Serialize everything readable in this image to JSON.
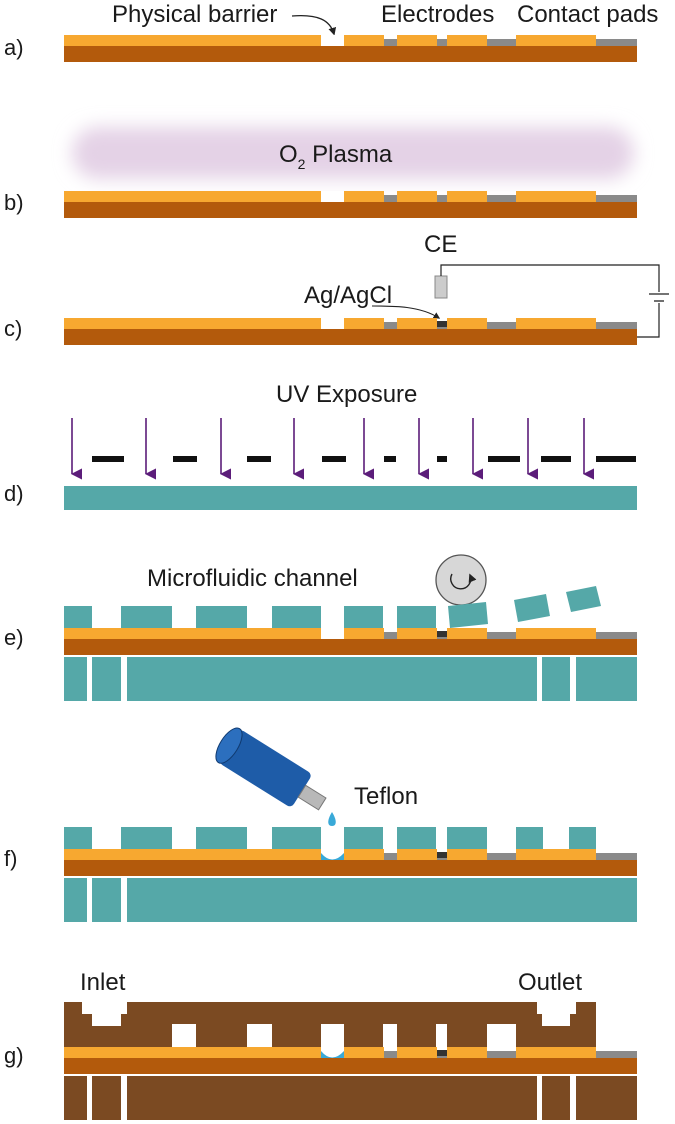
{
  "steps": {
    "a": "a)",
    "b": "b)",
    "c": "c)",
    "d": "d)",
    "e": "e)",
    "f": "f)",
    "g": "g)"
  },
  "labels": {
    "physical_barrier": "Physical barrier",
    "electrodes": "Electrodes",
    "contact_pads": "Contact pads",
    "plasma_o": "O",
    "plasma_sub": "2",
    "plasma_word": "Plasma",
    "ce": "CE",
    "ag_agcl": "Ag/AgCl",
    "uv_exposure": "UV Exposure",
    "microfluidic_channel": "Microfluidic channel",
    "teflon": "Teflon",
    "inlet": "Inlet",
    "outlet": "Outlet"
  },
  "colors": {
    "substrate": "#b35a0c",
    "gold": "#f7a830",
    "grey": "#8a8a8a",
    "teal": "#55a8a8",
    "pdms_brown": "#7b4a22",
    "plasma": "#e4d2e6",
    "uv_arrow": "#5c1d7a",
    "mask": "#111111",
    "pen": "#1e5ca8",
    "drop": "#39a9d8"
  }
}
